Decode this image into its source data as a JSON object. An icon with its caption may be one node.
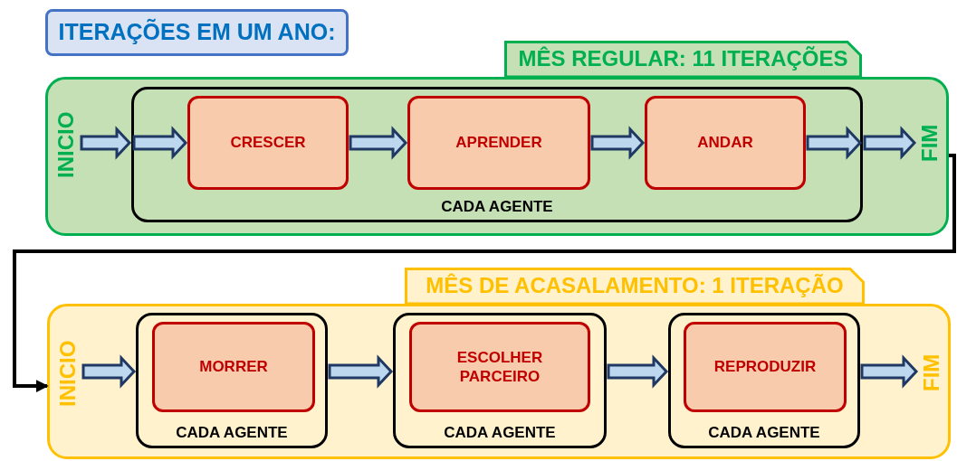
{
  "diagram": {
    "nodes": [
      {
        "text": [
          "ITERAÇÕES EM UM ANO:"
        ]
      },
      {
        "text": [
          "MÊS REGULAR: 11 ITERAÇÕES"
        ]
      },
      {
        "text": [],
        "shape": "box"
      },
      {
        "text": [
          "INICIO"
        ],
        "in": 2
      },
      {
        "text": [
          "CADA AGENTE"
        ],
        "in": 2
      },
      {
        "text": [
          "CRESCER"
        ],
        "in": 4
      },
      {
        "text": [
          "APRENDER"
        ],
        "in": 4
      },
      {
        "text": [
          "ANDAR"
        ],
        "in": 4
      },
      {
        "text": [
          "FIM"
        ],
        "in": 2
      },
      {
        "text": [
          "MÊS DE ACASALAMENTO: 1 ITERAÇÃO"
        ]
      },
      {
        "text": [],
        "shape": "box"
      },
      {
        "text": [
          "INICIO"
        ],
        "in": 10
      },
      {
        "text": [
          "CADA AGENTE"
        ],
        "in": 10
      },
      {
        "text": [
          "MORRER"
        ],
        "in": 12
      },
      {
        "text": [
          "CADA AGENTE"
        ],
        "in": 10
      },
      {
        "text": [
          "ESCOLHER PARCEIRO"
        ],
        "in": 14
      },
      {
        "text": [
          "CADA AGENTE"
        ],
        "in": 10
      },
      {
        "text": [
          "REPRODUZIR"
        ],
        "in": 16
      },
      {
        "text": [
          "FIM"
        ],
        "in": 10
      }
    ],
    "edges": [
      {
        "from": 3,
        "to": 4,
        "arrow": "to"
      },
      {
        "from": 4,
        "to": 5,
        "arrow": "to"
      },
      {
        "from": 5,
        "to": 6,
        "arrow": "to"
      },
      {
        "from": 6,
        "to": 7,
        "arrow": "to"
      },
      {
        "from": 7,
        "to": 4,
        "arrow": "to"
      },
      {
        "from": 4,
        "to": 8,
        "arrow": "to"
      },
      {
        "from": 2,
        "to": 10,
        "arrow": "to",
        "color": "#000000"
      },
      {
        "from": 11,
        "to": 12,
        "arrow": "to"
      },
      {
        "from": 12,
        "to": 14,
        "arrow": "to"
      },
      {
        "from": 14,
        "to": 16,
        "arrow": "to"
      },
      {
        "from": 16,
        "to": 18,
        "arrow": "to"
      }
    ]
  }
}
